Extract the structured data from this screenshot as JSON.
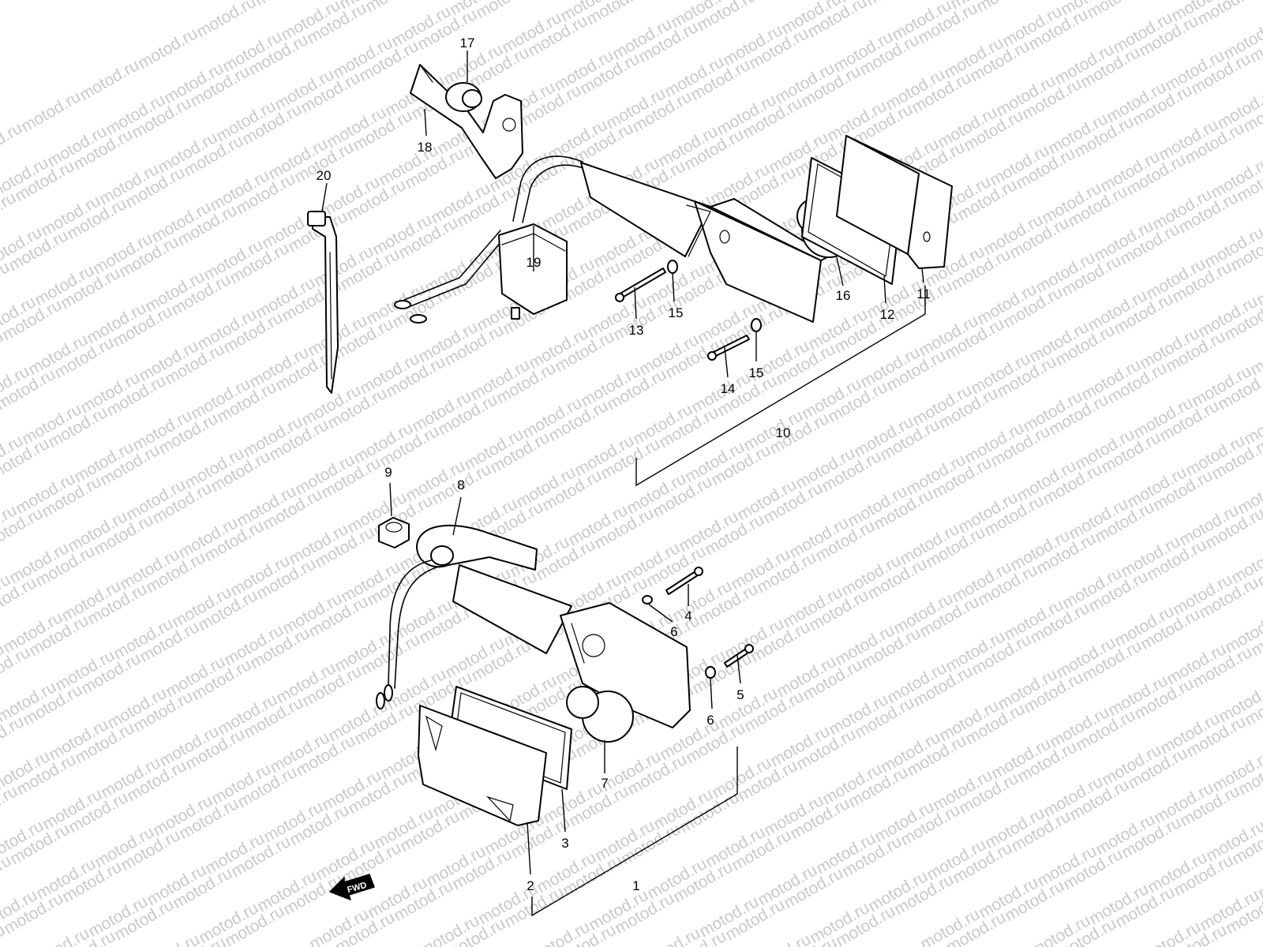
{
  "watermark_text": "motod.ru",
  "fwd_label": "FWD",
  "part_labels": {
    "p1": "1",
    "p2": "2",
    "p3": "3",
    "p4": "4",
    "p5": "5",
    "p6a": "6",
    "p6b": "6",
    "p7": "7",
    "p8": "8",
    "p9": "9",
    "p10": "10",
    "p11": "11",
    "p12": "12",
    "p13": "13",
    "p14": "14",
    "p15a": "15",
    "p15b": "15",
    "p16": "16",
    "p17": "17",
    "p18": "18",
    "p19": "19",
    "p20": "20"
  }
}
